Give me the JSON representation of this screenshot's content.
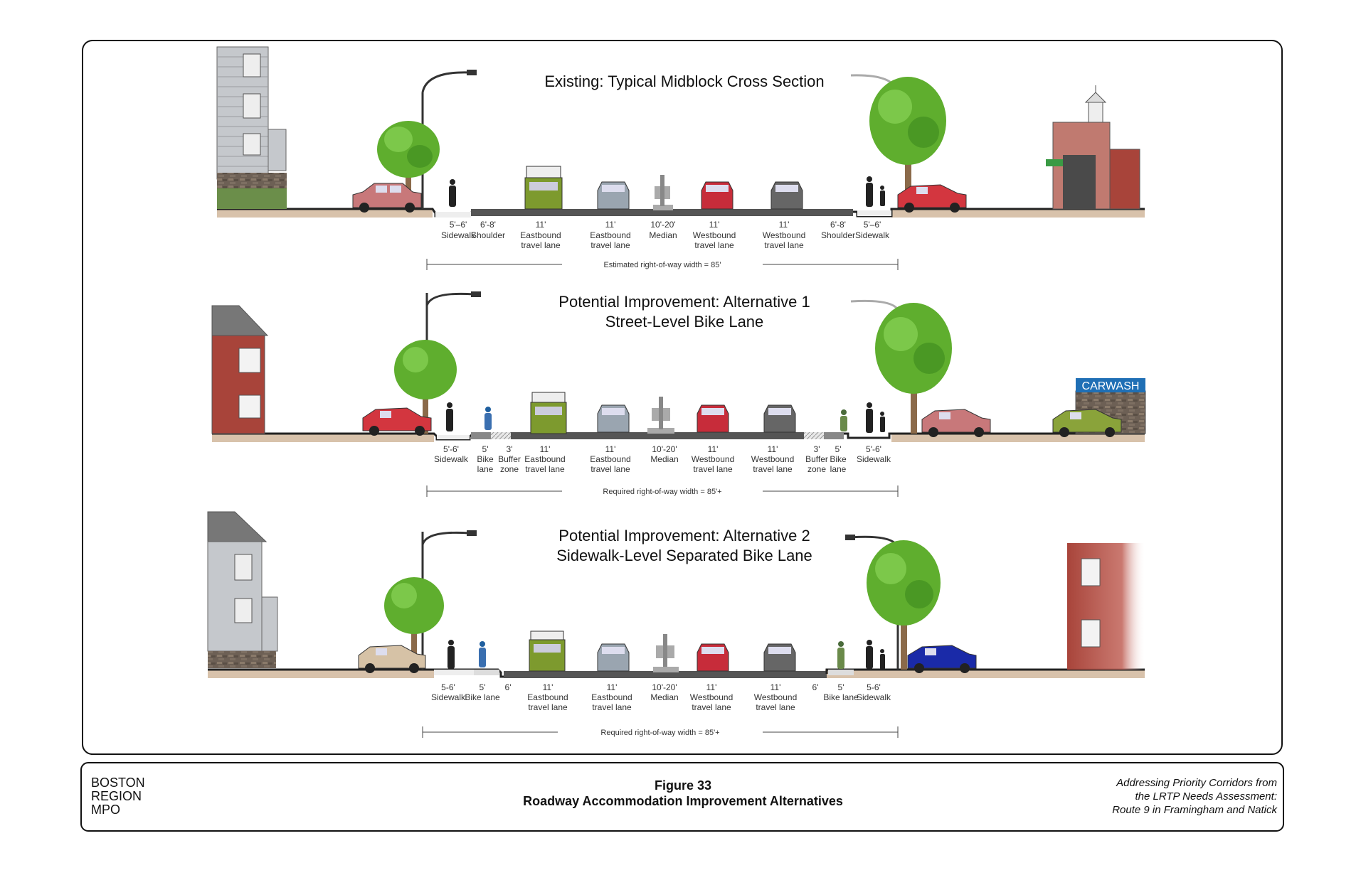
{
  "sections": [
    {
      "title_lines": [
        "Existing: Typical Midblock Cross Section"
      ],
      "dims": [
        {
          "top": "5'–6'",
          "bottom": [
            "Sidewalk"
          ]
        },
        {
          "top": "6'-8'",
          "bottom": [
            "Shoulder"
          ]
        },
        {
          "top": "11'",
          "bottom": [
            "Eastbound",
            "travel lane"
          ]
        },
        {
          "top": "11'",
          "bottom": [
            "Eastbound",
            "travel lane"
          ]
        },
        {
          "top": "10'-20'",
          "bottom": [
            "Median"
          ]
        },
        {
          "top": "11'",
          "bottom": [
            "Westbound",
            "travel lane"
          ]
        },
        {
          "top": "11'",
          "bottom": [
            "Westbound",
            "travel lane"
          ]
        },
        {
          "top": "6'-8'",
          "bottom": [
            "Shoulder"
          ]
        },
        {
          "top": "5'–6'",
          "bottom": [
            "Sidewalk"
          ]
        }
      ],
      "row_label": "Estimated right-of-way width = 85'"
    },
    {
      "title_lines": [
        "Potential Improvement: Alternative 1",
        "Street-Level Bike Lane"
      ],
      "dims": [
        {
          "top": "5'-6'",
          "bottom": [
            "Sidewalk"
          ]
        },
        {
          "top": "5'",
          "bottom": [
            "Bike",
            "lane"
          ]
        },
        {
          "top": "3'",
          "bottom": [
            "Buffer",
            "zone"
          ]
        },
        {
          "top": "11'",
          "bottom": [
            "Eastbound",
            "travel lane"
          ]
        },
        {
          "top": "11'",
          "bottom": [
            "Eastbound",
            "travel lane"
          ]
        },
        {
          "top": "10'-20'",
          "bottom": [
            "Median"
          ]
        },
        {
          "top": "11'",
          "bottom": [
            "Westbound",
            "travel lane"
          ]
        },
        {
          "top": "11'",
          "bottom": [
            "Westbound",
            "travel lane"
          ]
        },
        {
          "top": "3'",
          "bottom": [
            "Buffer",
            "zone"
          ]
        },
        {
          "top": "5'",
          "bottom": [
            "Bike",
            "lane"
          ]
        },
        {
          "top": "5'-6'",
          "bottom": [
            "Sidewalk"
          ]
        }
      ],
      "row_label": "Required right-of-way width = 85'+",
      "sign": "CARWASH"
    },
    {
      "title_lines": [
        "Potential Improvement: Alternative 2",
        "Sidewalk-Level Separated Bike Lane"
      ],
      "dims": [
        {
          "top": "5-6'",
          "bottom": [
            "Sidewalk"
          ]
        },
        {
          "top": "5'",
          "bottom": [
            "Bike lane"
          ]
        },
        {
          "top": "6'",
          "bottom": []
        },
        {
          "top": "11'",
          "bottom": [
            "Eastbound",
            "travel lane"
          ]
        },
        {
          "top": "11'",
          "bottom": [
            "Eastbound",
            "travel lane"
          ]
        },
        {
          "top": "10'-20'",
          "bottom": [
            "Median"
          ]
        },
        {
          "top": "11'",
          "bottom": [
            "Westbound",
            "travel lane"
          ]
        },
        {
          "top": "11'",
          "bottom": [
            "Westbound",
            "travel lane"
          ]
        },
        {
          "top": "6'",
          "bottom": []
        },
        {
          "top": "5'",
          "bottom": [
            "Bike lane"
          ]
        },
        {
          "top": "5-6'",
          "bottom": [
            "Sidewalk"
          ]
        }
      ],
      "row_label": "Required right-of-way width = 85'+"
    }
  ],
  "footer": {
    "org_lines": [
      "BOSTON",
      "REGION",
      "MPO"
    ],
    "figure_number": "Figure 33",
    "figure_title": "Roadway Accommodation Improvement Alternatives",
    "source_lines": [
      "Addressing Priority Corridors from",
      "the LRTP Needs Assessment:",
      "Route 9 in Framingham and Natick"
    ]
  },
  "colors": {
    "frame": "#111111",
    "ground": "#d8c2ab",
    "pavement": "#555555",
    "median": "#aaaaaa",
    "tree_green": "#5fae2e",
    "tree_trunk": "#8b6a4a",
    "brick": "#a8443a",
    "siding": "#b9bcc0",
    "carwash_sign": "#1f6fb5"
  }
}
